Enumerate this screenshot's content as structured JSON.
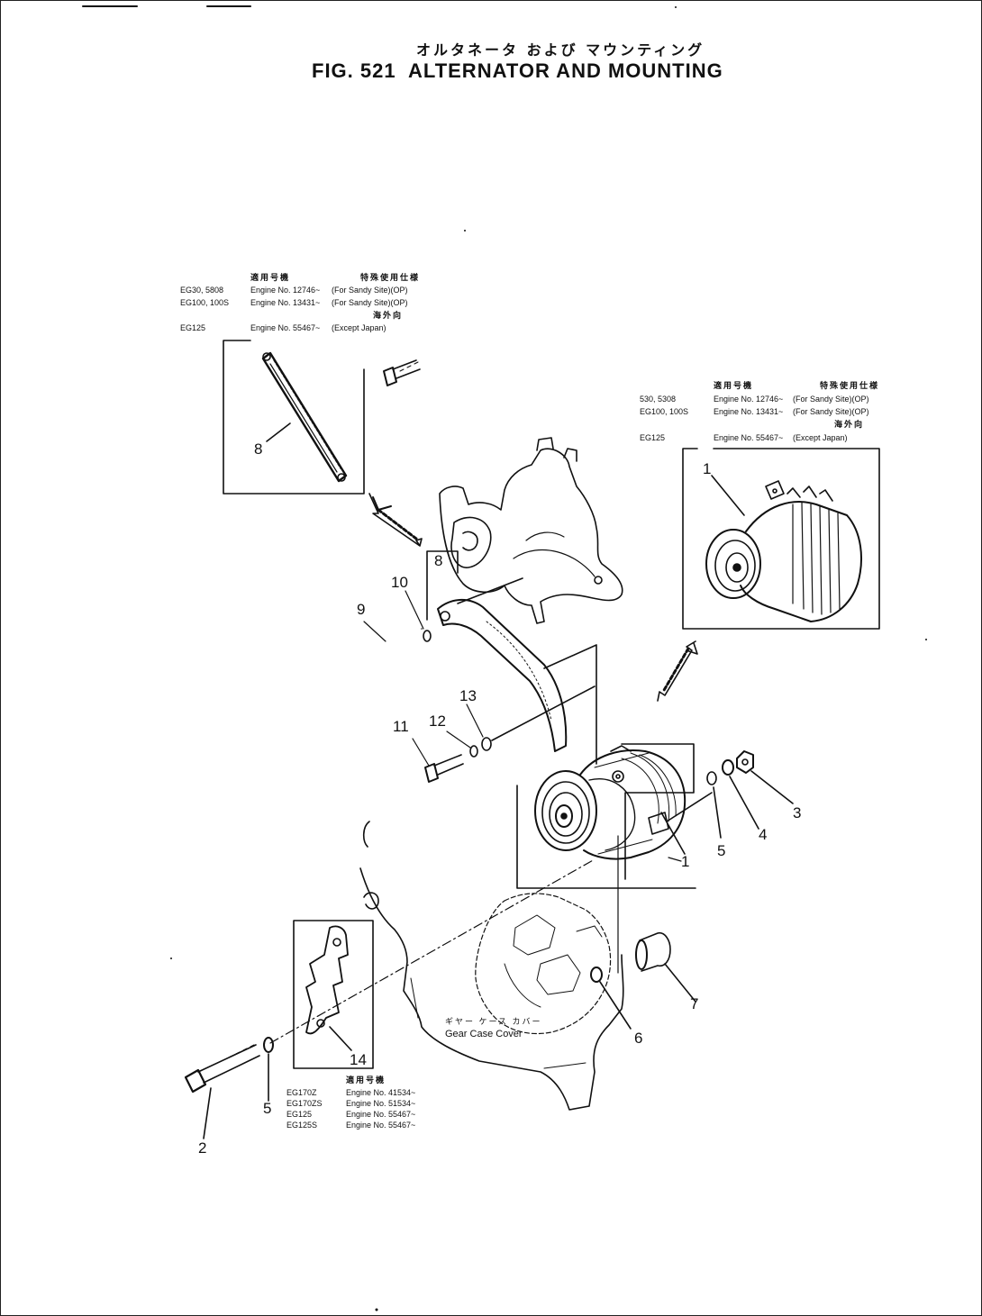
{
  "header": {
    "title_jp": "オルタネータ および マウンティング",
    "title": "FIG. 521  ALTERNATOR AND MOUNTING"
  },
  "note_top_left": {
    "head_model": "適用号機",
    "head_usage": "特殊使用仕様",
    "row1_model": "EG30, 5808",
    "row1_engine": "Engine No. 12746~",
    "row1_spec": "(For Sandy Site)(OP)",
    "row2_model": "EG100, 100S",
    "row2_engine": "Engine No. 13431~",
    "row2_spec": "(For Sandy Site)(OP)",
    "head_except": "海外向",
    "row3_model": "EG125",
    "row3_engine": "Engine No. 55467~",
    "row3_spec": "(Except Japan)"
  },
  "note_top_right": {
    "head_model": "適用号機",
    "head_usage": "特殊使用仕様",
    "row1_model": "530, 5308",
    "row1_engine": "Engine No. 12746~",
    "row1_spec": "(For Sandy Site)(OP)",
    "row2_model": "EG100, 100S",
    "row2_engine": "Engine No. 13431~",
    "row2_spec": "(For Sandy Site)(OP)",
    "head_except": "海外向",
    "row3_model": "EG125",
    "row3_engine": "Engine No. 55467~",
    "row3_spec": "(Except Japan)"
  },
  "note_bottom": {
    "head": "適用号機",
    "row1_model": "EG170Z",
    "row1_engine": "Engine No. 41534~",
    "row2_model": "EG170ZS",
    "row2_engine": "Engine No. 51534~",
    "row3_model": "EG125",
    "row3_engine": "Engine No. 55467~",
    "row4_model": "EG125S",
    "row4_engine": "Engine No. 55467~"
  },
  "gear_case_label_jp": "ギヤー ケース カバー",
  "gear_case_label": "Gear Case Cover",
  "callouts": {
    "c1": "1",
    "c1b": "1",
    "c2": "2",
    "c3": "3",
    "c4": "4",
    "c5a": "5",
    "c5b": "5",
    "c6": "6",
    "c7": "7",
    "c8a": "8",
    "c8b": "8",
    "c9": "9",
    "c10": "10",
    "c11": "11",
    "c12": "12",
    "c13": "13",
    "c14": "14"
  },
  "colors": {
    "ink": "#111111",
    "paper": "#ffffff"
  }
}
